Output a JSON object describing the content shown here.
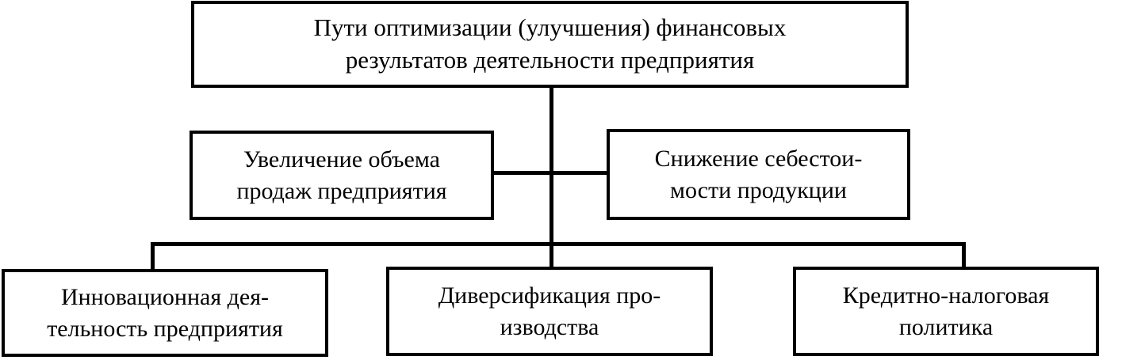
{
  "diagram": {
    "title": "Пути оптимизации (улучшения) финансовых результатов деятельности предприятия",
    "colors": {
      "line": "#000000",
      "box_fill": "#ffffff",
      "text": "#000000",
      "background": "#ffffff"
    },
    "nodes": {
      "root": {
        "label": "Пути оптимизации (улучшения) финансовых\nрезультатов деятельности предприятия",
        "level": 1
      },
      "sales": {
        "label": "Увеличение объема\nпродаж предприятия",
        "level": 2
      },
      "cost": {
        "label": "Снижение себестои-\nмости продукции",
        "level": 2
      },
      "innovation": {
        "label": "Инновационная дея-\nтельность предприятия",
        "level": 3
      },
      "diversification": {
        "label": "Диверсификация про-\nизводства",
        "level": 3
      },
      "credit": {
        "label": "Кредитно-налоговая\nполитика",
        "level": 3
      }
    },
    "connectors": [
      {
        "name": "trunk",
        "from": "root",
        "to": "distribution-bar",
        "orientation": "vertical"
      },
      {
        "name": "midlink",
        "from": "sales",
        "to": "cost",
        "orientation": "horizontal"
      },
      {
        "name": "bar",
        "from": "trunk",
        "to": "bottom-row",
        "orientation": "horizontal"
      },
      {
        "name": "drop-left",
        "from": "bar",
        "to": "innovation",
        "orientation": "vertical"
      },
      {
        "name": "drop-mid",
        "from": "bar",
        "to": "diversification",
        "orientation": "vertical"
      },
      {
        "name": "drop-right",
        "from": "bar",
        "to": "credit",
        "orientation": "vertical"
      }
    ]
  }
}
